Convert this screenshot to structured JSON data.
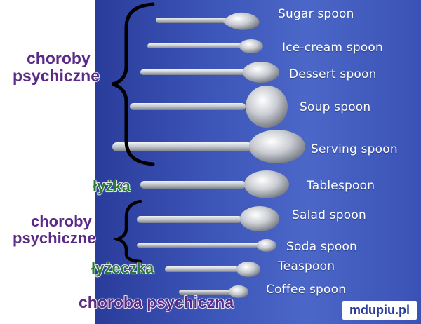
{
  "spoons": [
    {
      "label": "Sugar spoon"
    },
    {
      "label": "Ice-cream spoon"
    },
    {
      "label": "Dessert spoon"
    },
    {
      "label": "Soup spoon"
    },
    {
      "label": "Serving spoon"
    },
    {
      "label": "Tablespoon"
    },
    {
      "label": "Salad spoon"
    },
    {
      "label": "Soda spoon"
    },
    {
      "label": "Teaspoon"
    },
    {
      "label": "Coffee spoon"
    }
  ],
  "captions": {
    "top_line1": "choroby",
    "top_line2": "psychiczne",
    "lyzka": "łyżka",
    "mid_line1": "choroby",
    "mid_line2": "psychiczne",
    "lyzeczka": "łyżeczka",
    "bottom": "choroba psychiczna"
  },
  "watermark": "mdupiu.pl",
  "colors": {
    "panel": "#3c55b8",
    "spoon_metal": "#c9ccd2",
    "caption_purple": "#5a2a86",
    "caption_green": "#2a7a36",
    "brace": "#000000"
  }
}
